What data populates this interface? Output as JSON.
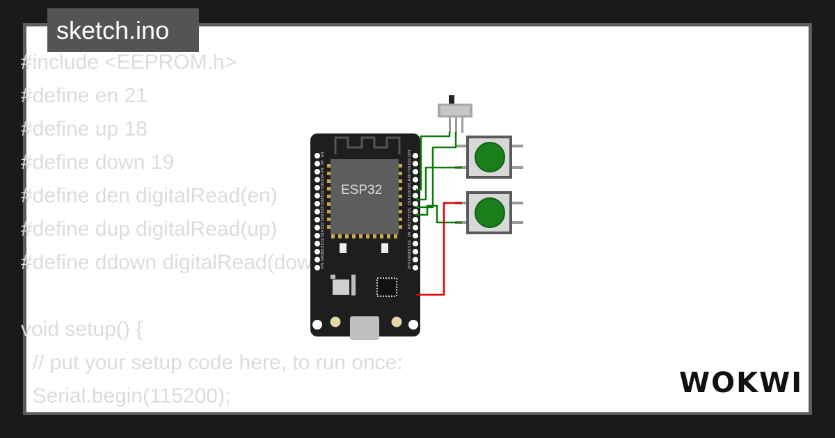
{
  "tab": {
    "title": "sketch.ino"
  },
  "code": {
    "lines": [
      "#include <EEPROM.h>",
      "#define en 21",
      "#define up 18",
      "#define down 19",
      "#define den digitalRead(en)",
      "#define dup digitalRead(up)",
      "#define ddown digitalRead(down)",
      "",
      "void setup() {",
      "  // put your setup code here, to run once:",
      "  Serial.begin(115200);"
    ]
  },
  "board": {
    "label": "ESP32",
    "left_pins": [
      "EN",
      "VP",
      "VN",
      "D34",
      "D35",
      "D32",
      "D33",
      "D25",
      "D26",
      "D27",
      "D14",
      "D12",
      "D13",
      "GND",
      "VIN"
    ],
    "right_pins": [
      "D23",
      "D22",
      "TX0",
      "RX0",
      "D21",
      "D19",
      "D18",
      "D5",
      "TX2",
      "RX2",
      "D4",
      "D2",
      "D15",
      "GND",
      "3V3"
    ]
  },
  "components": {
    "switch": "slide-switch",
    "buttons": [
      "pushbutton-1",
      "pushbutton-2"
    ],
    "button_color": "#1a7f1a",
    "wire_colors": {
      "signal": "#0a7a0a",
      "power": "#dd0000"
    }
  },
  "logo": {
    "text": "WOKWI"
  }
}
